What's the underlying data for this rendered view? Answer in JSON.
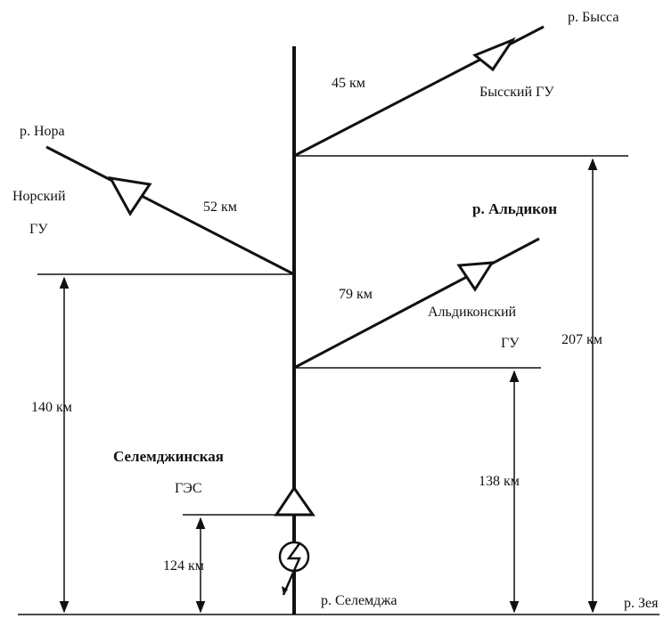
{
  "labels": {
    "river_byssa": "р. Бысса",
    "dist_byssa": "45 км",
    "gauge_byssa": "Бысский ГУ",
    "river_nora": "р. Нора",
    "gauge_nora_line1": "Норский",
    "gauge_nora_line2": "ГУ",
    "dist_nora": "52 км",
    "river_aldikon": "р. Альдикон",
    "dist_aldikon": "79 км",
    "gauge_aldikon_line1": "Альдиконский",
    "gauge_aldikon_line2": "ГУ",
    "dist_207": "207 км",
    "dist_140": "140 км",
    "dist_138": "138 км",
    "hpp_line1": "Селемджинская",
    "hpp_line2": "ГЭС",
    "dist_124": "124 км",
    "river_selemdzha": "р. Селемджа",
    "river_zeya": "р. Зея"
  },
  "colors": {
    "ink": "#111111",
    "background": "#ffffff"
  },
  "icons": {
    "gauge": "triangle-gauge-icon",
    "hpp": "lightning-circle-icon"
  }
}
